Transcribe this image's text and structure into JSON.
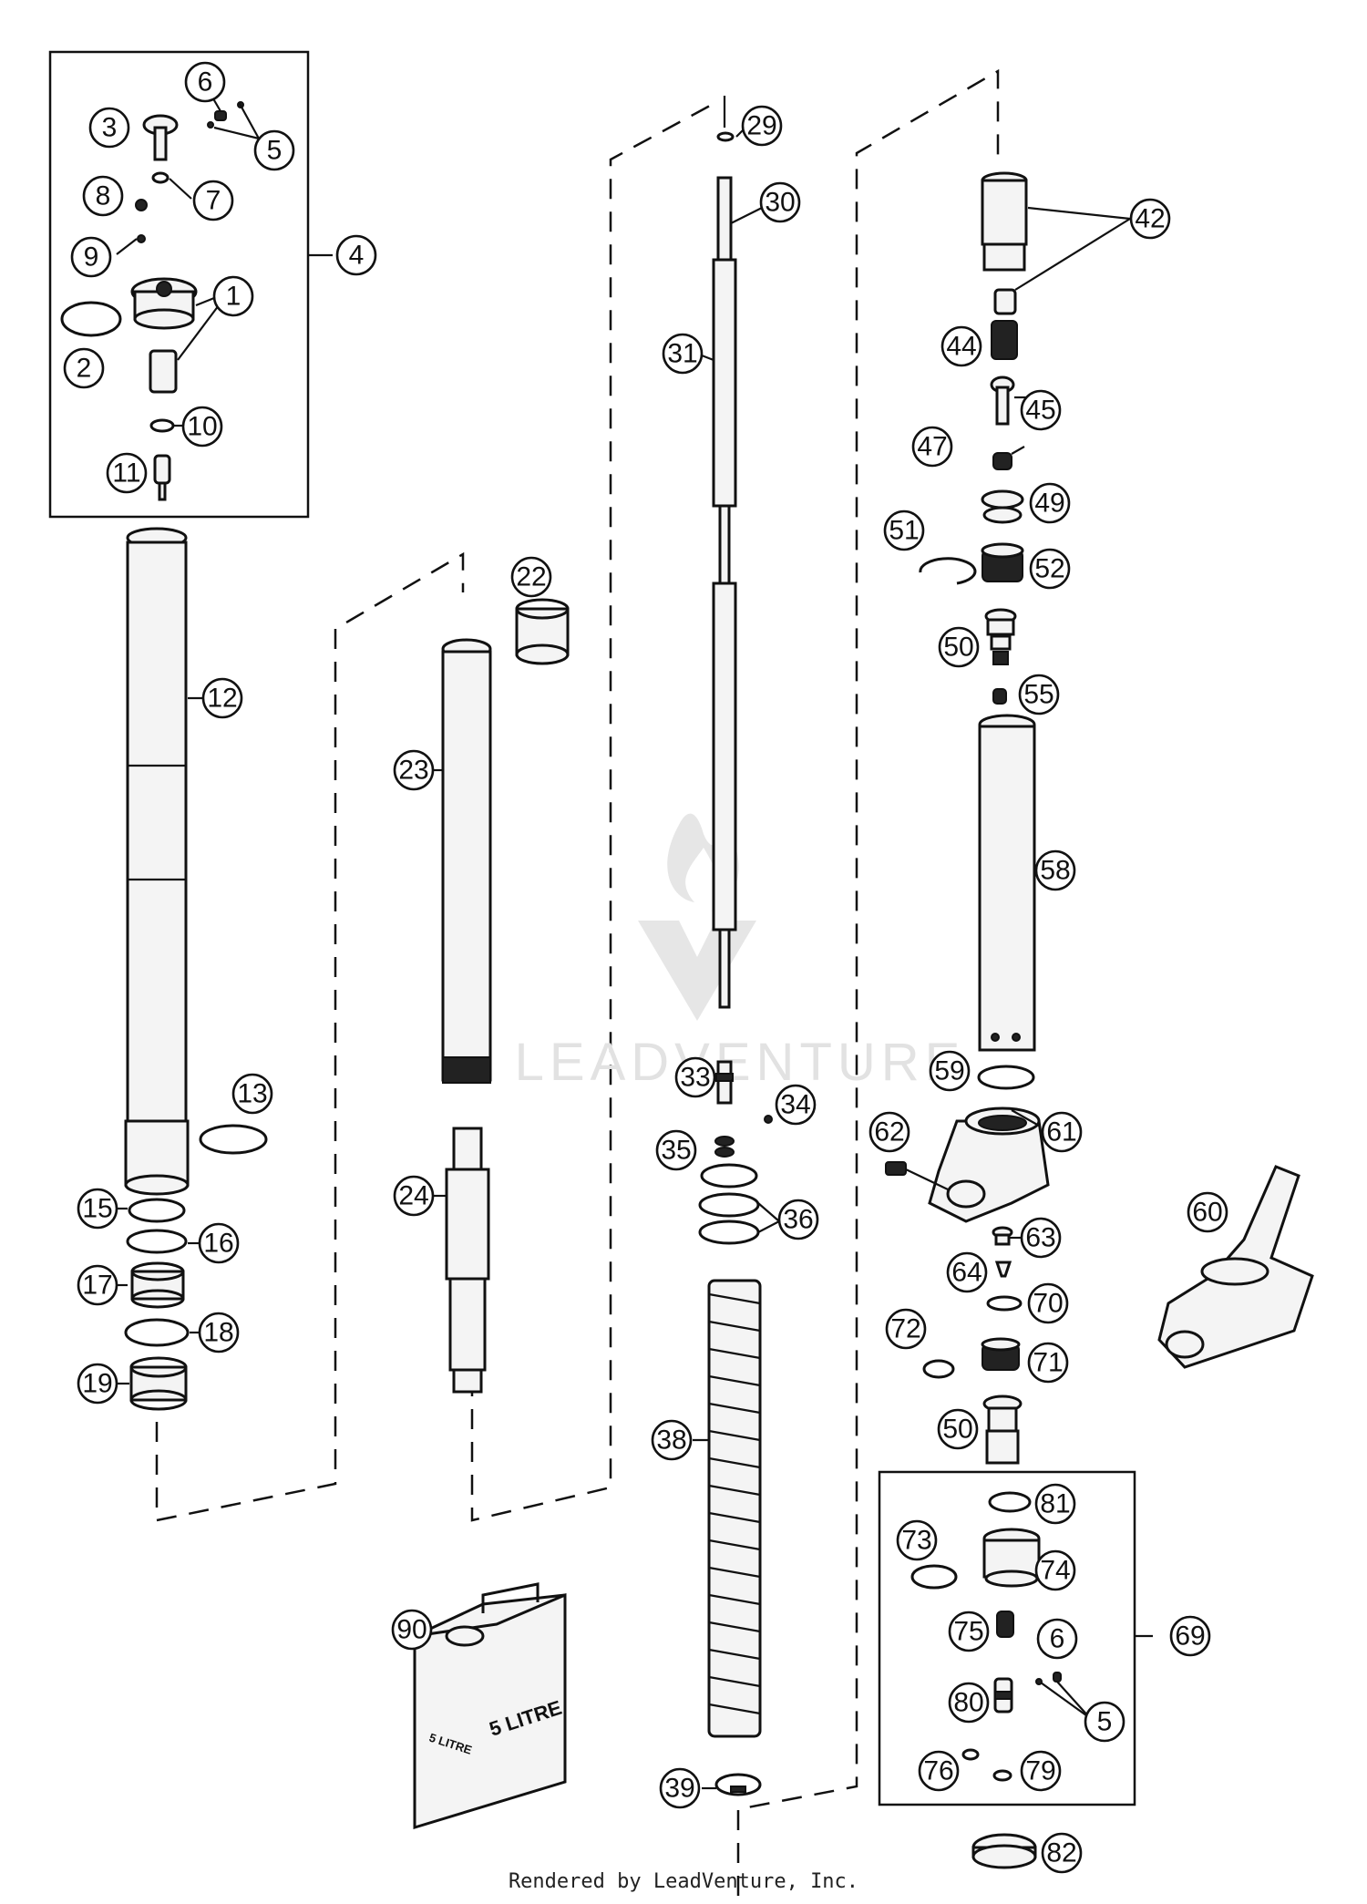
{
  "watermark": "LEADVENTURE",
  "can_label_large": "5 LITRE",
  "can_label_small": "5 LITRE",
  "footer": "Rendered by LeadVenture, Inc.",
  "callouts": [
    "1",
    "2",
    "3",
    "4",
    "5",
    "6",
    "7",
    "8",
    "9",
    "10",
    "11",
    "12",
    "13",
    "15",
    "16",
    "17",
    "18",
    "19",
    "22",
    "23",
    "24",
    "29",
    "30",
    "31",
    "33",
    "34",
    "35",
    "36",
    "38",
    "39",
    "42",
    "44",
    "45",
    "47",
    "49",
    "50",
    "51",
    "52",
    "55",
    "58",
    "59",
    "60",
    "61",
    "62",
    "63",
    "64",
    "69",
    "70",
    "71",
    "72",
    "73",
    "74",
    "75",
    "76",
    "79",
    "80",
    "81",
    "82",
    "90"
  ]
}
